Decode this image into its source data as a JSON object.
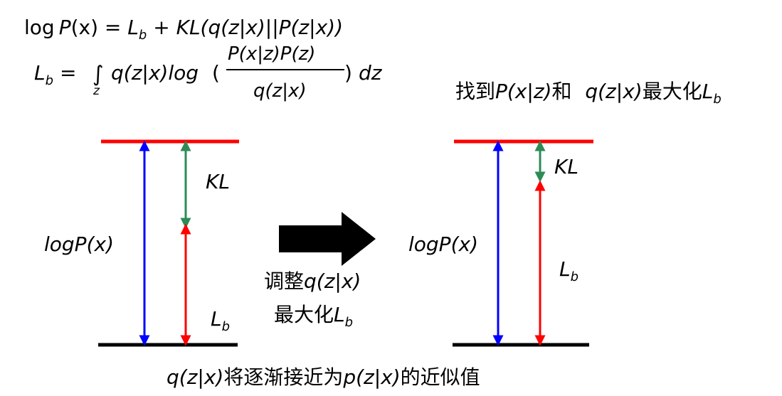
{
  "equations": {
    "line1": {
      "log": "log",
      "P": "P",
      "x_arg": "(x)",
      "equals": " = ",
      "L": "L",
      "b": "b",
      "plus": " + ",
      "KL": "KL",
      "kl_args": "(q(z|x)||P(z|x))"
    },
    "line2": {
      "L": "L",
      "b": "b",
      "equals": " = ",
      "integral": "∫",
      "int_sub": "z",
      "integrand": "q(z|x)log",
      "open_paren": "(",
      "numerator": "P(x|z)P(z)",
      "denominator": "q(z|x)",
      "close_paren": ")",
      "dz": "dz"
    }
  },
  "right_caption": {
    "prefix": "找到",
    "p_term": "P(x|z)",
    "and": "和 ",
    "q_term": "q(z|x)",
    "suffix": "最大化",
    "L": "L",
    "b": "b"
  },
  "left_diagram": {
    "label_logp": "logP(x)",
    "label_kl": "KL",
    "label_lb_L": "L",
    "label_lb_b": "b"
  },
  "middle": {
    "line1_prefix": "调整",
    "line1_q": "q(z|x)",
    "line2_prefix": "最大化",
    "line2_L": "L",
    "line2_b": "b"
  },
  "right_diagram": {
    "label_logp": "logP(x)",
    "label_kl": "KL",
    "label_lb_L": "L",
    "label_lb_b": "b"
  },
  "bottom_caption": {
    "q_term": "q(z|x)",
    "mid": "将逐渐接近为",
    "p_term": "p(z|x)",
    "suffix": "的近似值"
  },
  "colors": {
    "logp_arrow": "#0000ff",
    "kl_arrow": "#2e8b57",
    "lb_arrow": "#ff0000",
    "top_line": "#ff0000",
    "bottom_line": "#000000",
    "big_arrow": "#000000"
  }
}
